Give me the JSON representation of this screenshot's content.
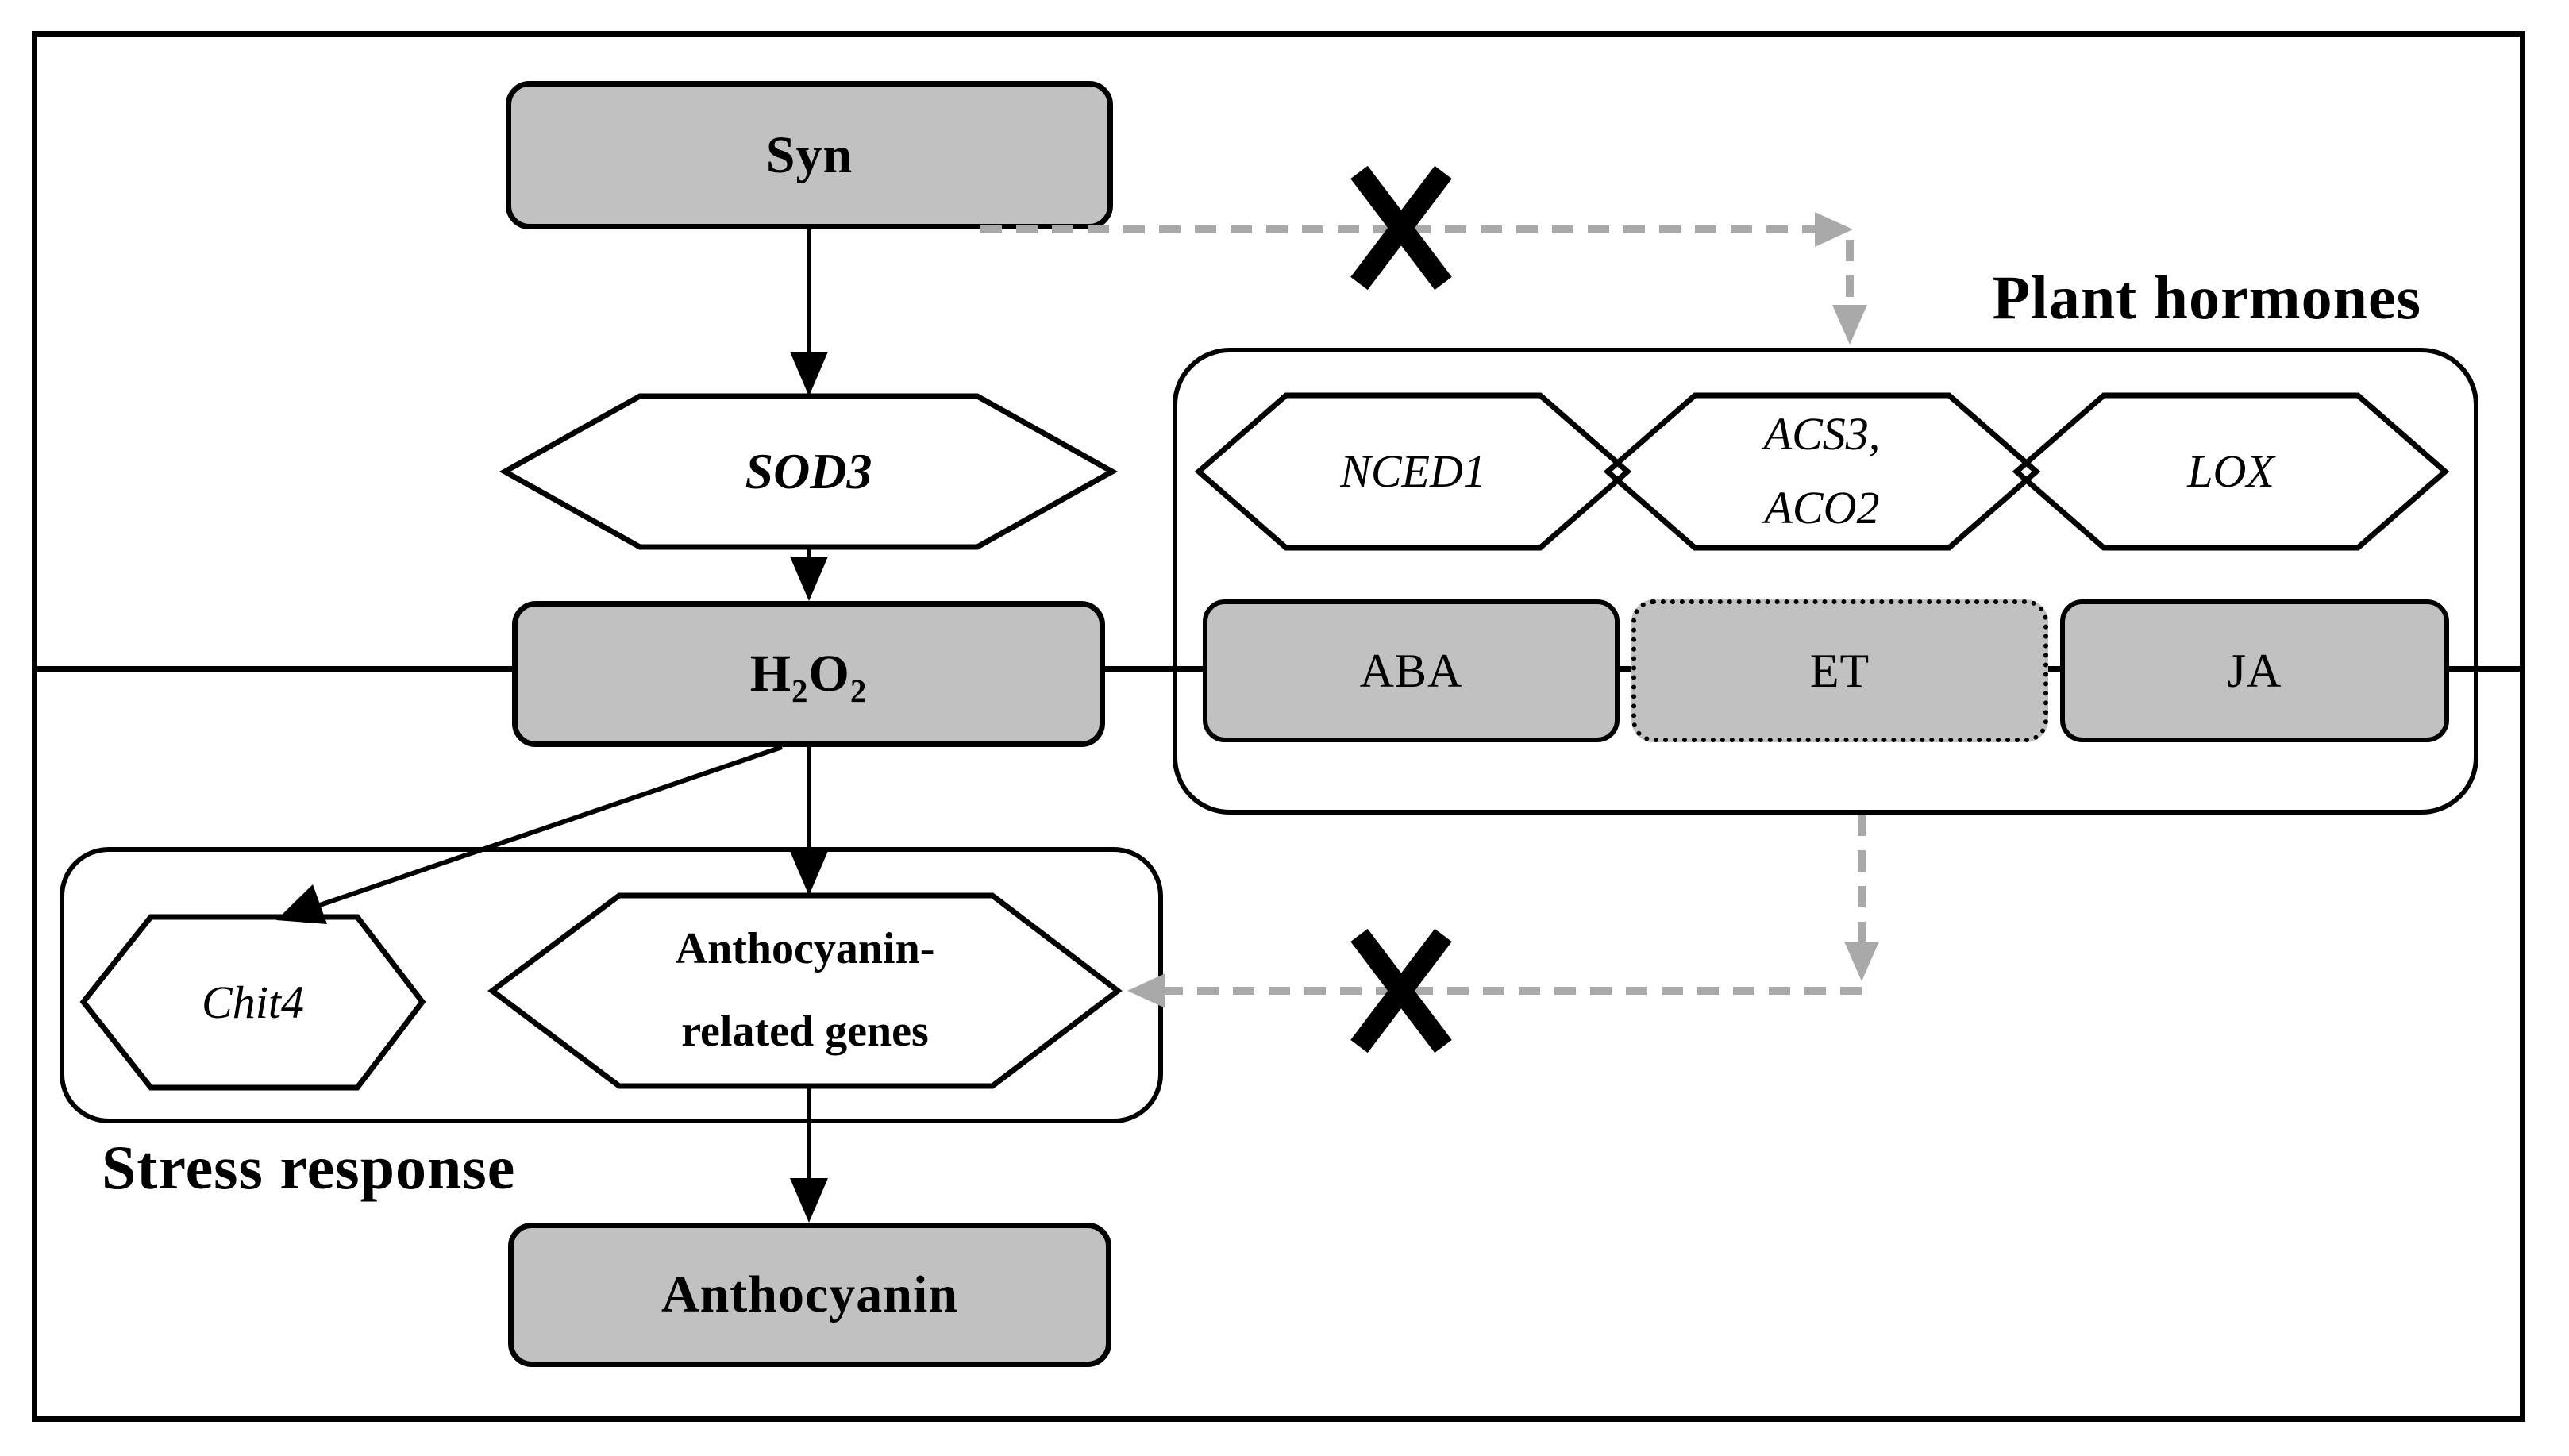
{
  "theme": {
    "ink": "#000000",
    "box-fill": "#c1c1c1",
    "dash-color": "#a9a9a9",
    "bg": "#ffffff"
  },
  "section_labels": {
    "plant_hormones": "Plant hormones",
    "stress_response": "Stress response"
  },
  "nodes": {
    "syn": "Syn",
    "sod3": "SOD3",
    "h2o2": {
      "pre": "H",
      "sub1": "2",
      "mid": "O",
      "sub2": "2"
    },
    "nced1": "NCED1",
    "acs": {
      "line1": "ACS3,",
      "line2": "ACO2"
    },
    "lox": "LOX",
    "aba": "ABA",
    "et": "ET",
    "ja": "JA",
    "chit4": "Chit4",
    "anthocyanin_related": {
      "line1": "Anthocyanin-",
      "line2": "related genes"
    },
    "anthocyanin": "Anthocyanin"
  }
}
